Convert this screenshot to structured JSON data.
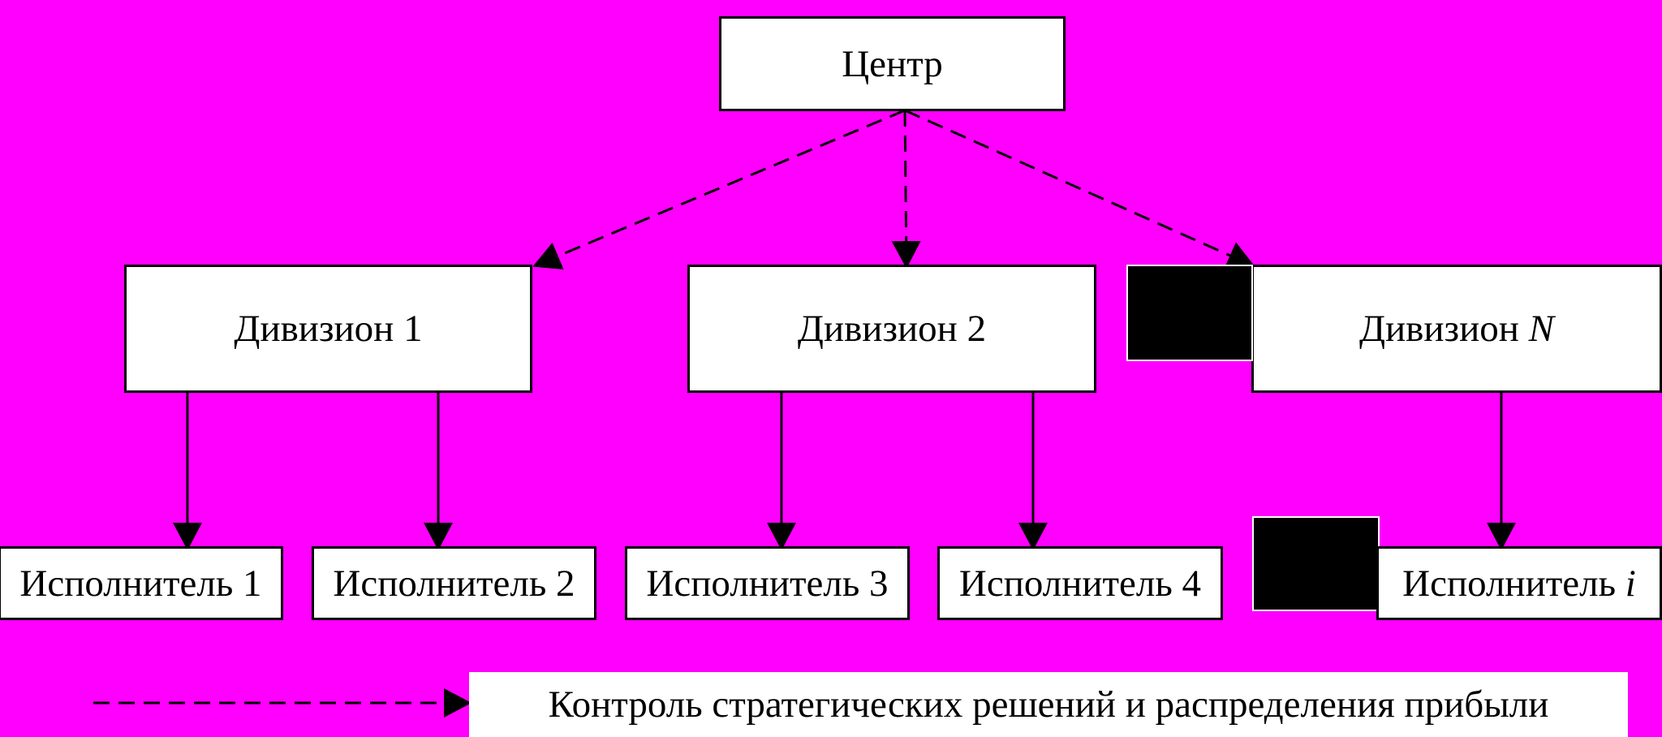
{
  "background_color": "#ff00ff",
  "line_color": "#000000",
  "center": {
    "label": "Центр"
  },
  "divisions": [
    {
      "label_main": "Дивизион 1",
      "label_italic": ""
    },
    {
      "label_main": "Дивизион 2",
      "label_italic": ""
    },
    {
      "label_main": "Дивизион ",
      "label_italic": "N"
    }
  ],
  "executors": [
    {
      "label_main": "Исполнитель 1",
      "label_italic": ""
    },
    {
      "label_main": "Исполнитель 2",
      "label_italic": ""
    },
    {
      "label_main": "Исполнитель 3",
      "label_italic": ""
    },
    {
      "label_main": "Исполнитель 4",
      "label_italic": ""
    },
    {
      "label_main": "Исполнитель ",
      "label_italic": "i"
    }
  ],
  "legend": {
    "text": "Контроль стратегических решений и распределения прибыли"
  }
}
